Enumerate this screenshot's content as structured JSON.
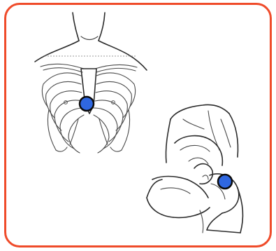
{
  "colors": {
    "card_border": "#ef4b2a",
    "marker_fill": "#2f67e0",
    "marker_stroke": "#0b0b0b",
    "line_art": "#2b2b2b"
  },
  "figures": [
    {
      "name": "chest-ribcage-illustration",
      "marker": "sternum-injection-site"
    },
    {
      "name": "hip-pelvis-illustration",
      "marker": "iliac-crest-injection-site"
    }
  ]
}
